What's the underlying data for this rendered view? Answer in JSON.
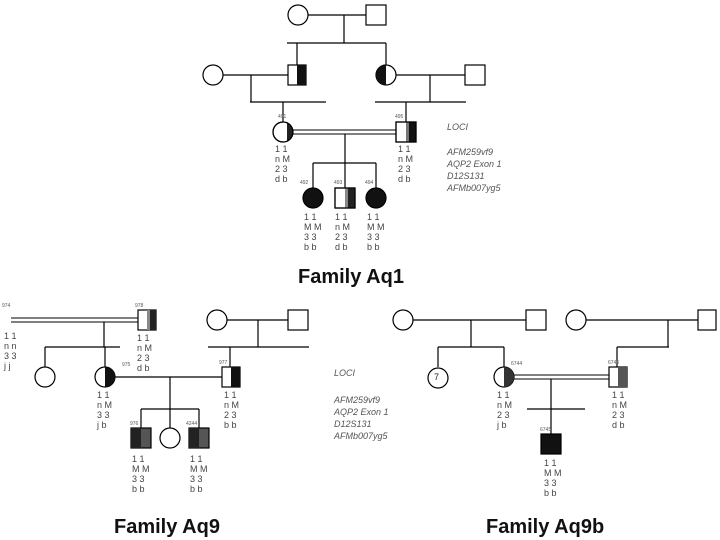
{
  "loci": {
    "header": "LOCI",
    "markers": [
      "AFM259vf9",
      "AQP2 Exon 1",
      "D12S131",
      "AFMb007yg5"
    ]
  },
  "families": [
    {
      "title": "Family Aq1",
      "individuals": [
        {
          "id": "491",
          "genotype": "1 1\nn M\n2 3\nd b"
        },
        {
          "id": "495",
          "genotype": "1 1\nn M\n2 3\nd b"
        },
        {
          "id": "492",
          "genotype": "1 1\nM M\n3 3\nb b"
        },
        {
          "id": "493",
          "genotype": "1 1\nn M\n2 3\nd b"
        },
        {
          "id": "494",
          "genotype": "1 1\nM M\n3 3\nb b"
        }
      ]
    },
    {
      "title": "Family Aq9",
      "individuals": [
        {
          "id": "974",
          "genotype": "1 1\nn n\n3 3\nj j"
        },
        {
          "id": "978",
          "genotype": "1 1\nn M\n2 3\nd b"
        },
        {
          "id": "975",
          "genotype": "1 1\nn M\n3 3\nj b"
        },
        {
          "id": "977",
          "genotype": "1 1\nn M\n2 3\nb b"
        },
        {
          "id": "976",
          "genotype": "1 1\nM M\n3 3\nb b"
        },
        {
          "id": "4244",
          "genotype": "1 1\nM M\n3 3\nb b"
        }
      ]
    },
    {
      "title": "Family Aq9b",
      "sibship_count": "7",
      "individuals": [
        {
          "id": "6744",
          "genotype": "1 1\nn M\n2 3\nj b"
        },
        {
          "id": "6746",
          "genotype": "1 1\nn M\n2 3\nd b"
        },
        {
          "id": "6745",
          "genotype": "1 1\nM M\n3 3\nb b"
        }
      ]
    }
  ]
}
